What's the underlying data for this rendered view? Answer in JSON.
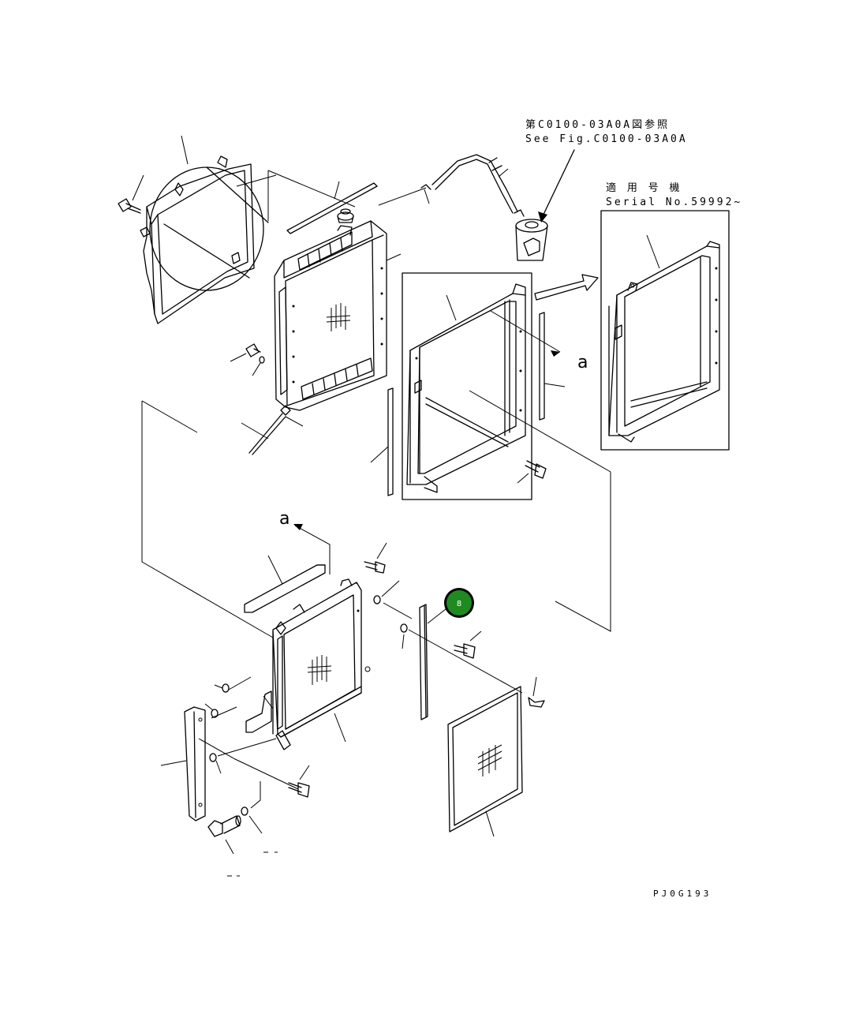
{
  "reference_note": {
    "jp": "第C0100-03A0A図参照",
    "en": "See Fig.C0100-03A0A"
  },
  "serial_note": {
    "jp": "適 用 号 機",
    "en": "Serial No.59992~"
  },
  "view_marks": {
    "upper": "a",
    "lower": "a"
  },
  "callout_badge": {
    "number": "8",
    "color": "#1f8a1f"
  },
  "drawing_code": "PJ0G193"
}
